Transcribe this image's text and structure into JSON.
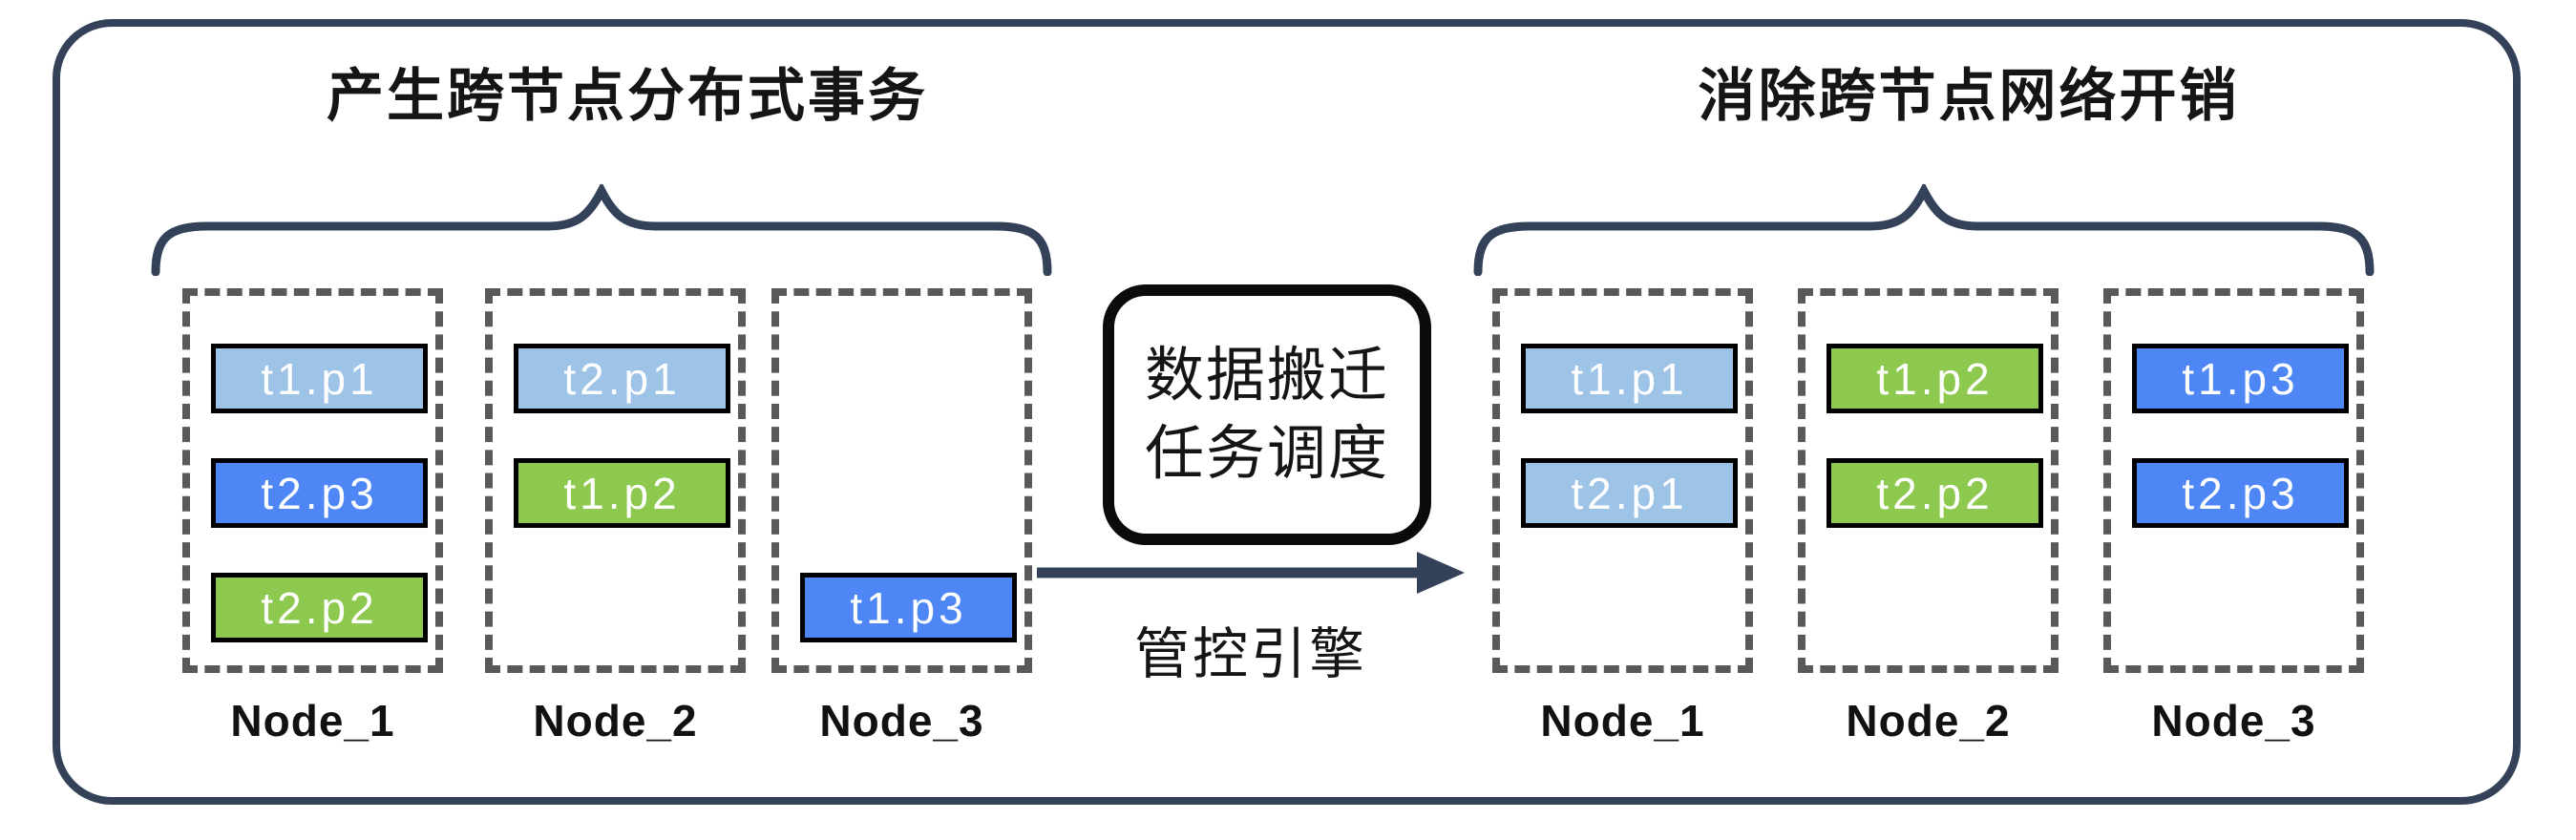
{
  "palette": {
    "frame_and_brace": "#344259",
    "dashed_node_border": "#595959",
    "partition_border": "#000000",
    "partition_text": "#ffffff",
    "light_blue": "#9dc3e6",
    "green": "#8cc94e",
    "blue": "#4f86f5",
    "text": "#151515"
  },
  "left_cluster": {
    "title": "产生跨节点分布式事务",
    "nodes": [
      {
        "name": "Node_1",
        "partitions": [
          {
            "label": "t1.p1",
            "color": "#9dc3e6",
            "row": 1
          },
          {
            "label": "t2.p3",
            "color": "#4f86f5",
            "row": 2
          },
          {
            "label": "t2.p2",
            "color": "#8cc94e",
            "row": 3
          }
        ]
      },
      {
        "name": "Node_2",
        "partitions": [
          {
            "label": "t2.p1",
            "color": "#9dc3e6",
            "row": 1
          },
          {
            "label": "t1.p2",
            "color": "#8cc94e",
            "row": 2
          }
        ]
      },
      {
        "name": "Node_3",
        "partitions": [
          {
            "label": "t1.p3",
            "color": "#4f86f5",
            "row": 3
          }
        ]
      }
    ]
  },
  "engine": {
    "box_line1": "数据搬迁",
    "box_line2": "任务调度",
    "arrow_label": "管控引擎"
  },
  "right_cluster": {
    "title": "消除跨节点网络开销",
    "nodes": [
      {
        "name": "Node_1",
        "partitions": [
          {
            "label": "t1.p1",
            "color": "#9dc3e6",
            "row": 1
          },
          {
            "label": "t2.p1",
            "color": "#9dc3e6",
            "row": 2
          }
        ]
      },
      {
        "name": "Node_2",
        "partitions": [
          {
            "label": "t1.p2",
            "color": "#8cc94e",
            "row": 1
          },
          {
            "label": "t2.p2",
            "color": "#8cc94e",
            "row": 2
          }
        ]
      },
      {
        "name": "Node_3",
        "partitions": [
          {
            "label": "t1.p3",
            "color": "#4f86f5",
            "row": 1
          },
          {
            "label": "t2.p3",
            "color": "#4f86f5",
            "row": 2
          }
        ]
      }
    ]
  }
}
